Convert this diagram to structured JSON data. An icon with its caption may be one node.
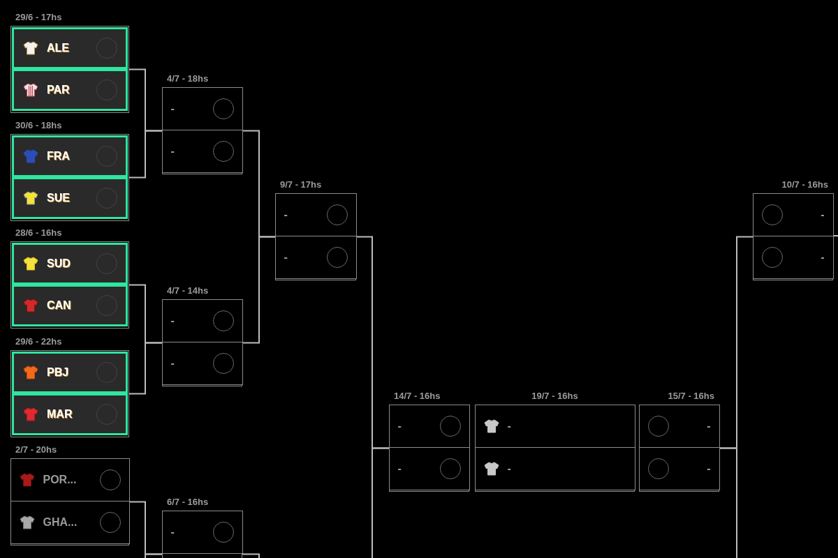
{
  "diagram": {
    "nodes": [
      {
        "text": [
          "29/6 - 17hs"
        ]
      },
      {
        "text": [
          "ALE"
        ],
        "in": 0
      },
      {
        "text": [
          "PAR"
        ],
        "in": 0
      },
      {
        "text": [
          "30/6 - 18hs"
        ]
      },
      {
        "text": [
          "FRA"
        ],
        "in": 3
      },
      {
        "text": [
          "SUE"
        ],
        "in": 3
      },
      {
        "text": [
          "28/6 - 16hs"
        ]
      },
      {
        "text": [
          "SUD"
        ],
        "in": 6
      },
      {
        "text": [
          "CAN"
        ],
        "in": 6
      },
      {
        "text": [
          "29/6 - 22hs"
        ]
      },
      {
        "text": [
          "PBJ"
        ],
        "in": 9
      },
      {
        "text": [
          "MAR"
        ],
        "in": 9
      },
      {
        "text": [
          "2/7 - 20hs"
        ]
      },
      {
        "text": [
          "POR..."
        ],
        "in": 12
      },
      {
        "text": [
          "GHA..."
        ],
        "in": 12
      },
      {
        "text": [
          "4/7 - 18hs"
        ]
      },
      {
        "text": [
          "-"
        ],
        "in": 15
      },
      {
        "text": [
          "-"
        ],
        "in": 15
      },
      {
        "text": [
          "4/7 - 14hs"
        ]
      },
      {
        "text": [
          "-"
        ],
        "in": 18
      },
      {
        "text": [
          "-"
        ],
        "in": 18
      },
      {
        "text": [
          "6/7 - 16hs"
        ]
      },
      {
        "text": [
          "-"
        ],
        "in": 21
      },
      {
        "text": [
          "9/7 - 17hs"
        ]
      },
      {
        "text": [
          "-"
        ],
        "in": 23
      },
      {
        "text": [
          "-"
        ],
        "in": 23
      },
      {
        "text": [
          "14/7 - 16hs"
        ]
      },
      {
        "text": [
          "-"
        ],
        "in": 26
      },
      {
        "text": [
          "-"
        ],
        "in": 26
      },
      {
        "text": [
          "19/7 - 16hs"
        ]
      },
      {
        "text": [
          "-"
        ],
        "in": 29
      },
      {
        "text": [
          "-"
        ],
        "in": 29
      },
      {
        "text": [
          "15/7 - 16hs"
        ]
      },
      {
        "text": [
          "-"
        ],
        "in": 32
      },
      {
        "text": [
          "-"
        ],
        "in": 32
      },
      {
        "text": [
          "10/7 - 16hs"
        ]
      },
      {
        "text": [
          "-"
        ],
        "in": 35
      },
      {
        "text": [
          "-"
        ],
        "in": 35
      }
    ],
    "edges": [
      {
        "from": 0,
        "to": 15,
        "arrow": "none"
      },
      {
        "from": 3,
        "to": 15,
        "arrow": "none"
      },
      {
        "from": 6,
        "to": 18,
        "arrow": "none"
      },
      {
        "from": 9,
        "to": 18,
        "arrow": "none"
      },
      {
        "from": 12,
        "to": 21,
        "arrow": "none"
      },
      {
        "from": null,
        "to": 21,
        "arrow": "none"
      },
      {
        "from": 15,
        "to": 23,
        "arrow": "none"
      },
      {
        "from": 18,
        "to": 23,
        "arrow": "none"
      },
      {
        "from": 21,
        "to": null,
        "arrow": "none"
      },
      {
        "from": 23,
        "to": 26,
        "arrow": "none"
      },
      {
        "from": null,
        "to": 26,
        "arrow": "none"
      },
      {
        "from": 35,
        "to": 32,
        "arrow": "none"
      },
      {
        "from": null,
        "to": 32,
        "arrow": "none"
      },
      {
        "from": null,
        "to": 35,
        "arrow": "none"
      }
    ]
  }
}
